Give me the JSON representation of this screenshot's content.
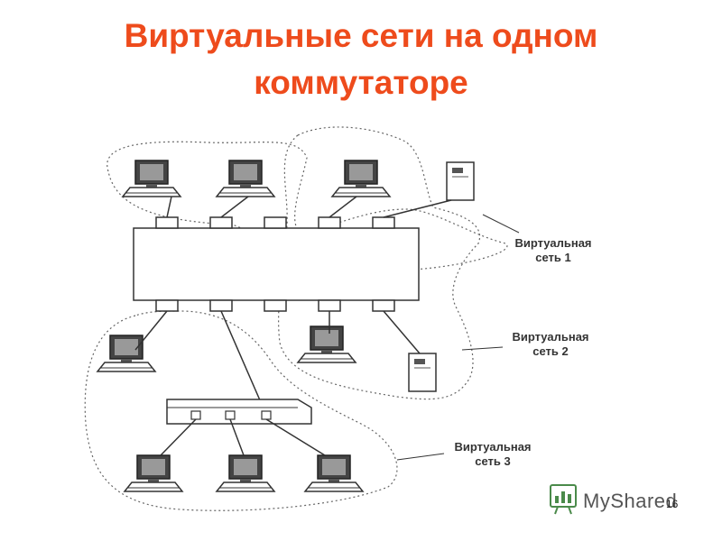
{
  "slide": {
    "title_line1": "Виртуальные сети на одном",
    "title_line2": "коммутаторе",
    "page_number": "16"
  },
  "labels": {
    "vlan1_line1": "Виртуальная",
    "vlan1_line2": "сеть 1",
    "vlan2_line1": "Виртуальная",
    "vlan2_line2": "сеть 2",
    "vlan3_line1": "Виртуальная",
    "vlan3_line2": "сеть 3"
  },
  "watermark": {
    "brand": "MyShared"
  },
  "colors": {
    "title": "#ee4b1c",
    "line": "#333333"
  }
}
